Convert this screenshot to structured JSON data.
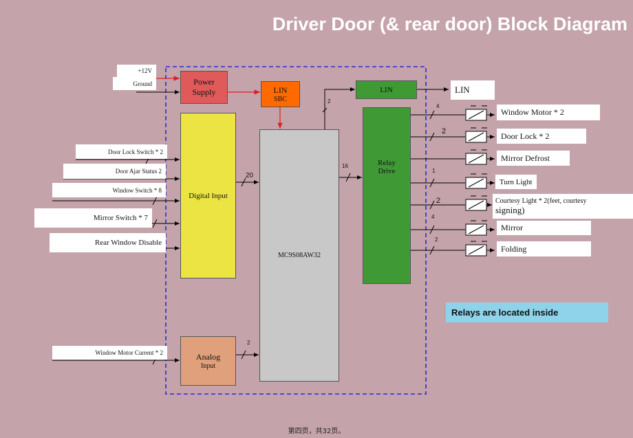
{
  "title": "Driver Door (& rear door) Block Diagram",
  "footer": "第四页，共32页。",
  "inputs": {
    "power_12v": "+12V",
    "ground": "Ground",
    "door_lock_switch": "Door Lock Switch * 2",
    "door_ajar": "Door Ajar Status 2",
    "window_switch": "Window Switch * 8",
    "mirror_switch": "Mirror Switch * 7",
    "rear_window_disable": "Rear Window Disable",
    "window_motor_current": "Window Motor Current * 2"
  },
  "blocks": {
    "power_supply": [
      "Power",
      "Supply"
    ],
    "lin_sbc": [
      "LIN",
      "SBC"
    ],
    "digital_input": "Digital Input",
    "mcu": "MC9S08AW32",
    "analog_input": [
      "Analog",
      "Input"
    ],
    "lin": "LIN",
    "relay_drive": [
      "Relay",
      "Drive"
    ]
  },
  "outputs": {
    "lin": "LIN",
    "window_motor": "Window Motor * 2",
    "door_lock": "Door Lock * 2",
    "mirror_defrost": "Mirror Defrost",
    "turn_light": "Turn Light",
    "courtesy_light": [
      "Courtesy Light * 2(feet, courtesy",
      "signing)"
    ],
    "mirror": "Mirror",
    "folding": "Folding"
  },
  "bus_widths": {
    "digital_to_mcu": "20",
    "mcu_to_lin": "2",
    "mcu_to_relay": "16",
    "analog_to_mcu": "2",
    "window_motor": "4",
    "door_lock": "2",
    "turn_light": "1",
    "courtesy_light": "2",
    "mirror": "4",
    "folding": "2"
  },
  "note": "Relays are located inside",
  "colors": {
    "background": "#c4a3aa",
    "power_supply": "#e05a5a",
    "lin_sbc": "#ff6a00",
    "digital_input": "#ece443",
    "mcu": "#c8c8c8",
    "relay_drive": "#3f9a35",
    "analog_input": "#e0a07c",
    "note": "#8fd3ea",
    "boundary": "#2a2ad6"
  }
}
